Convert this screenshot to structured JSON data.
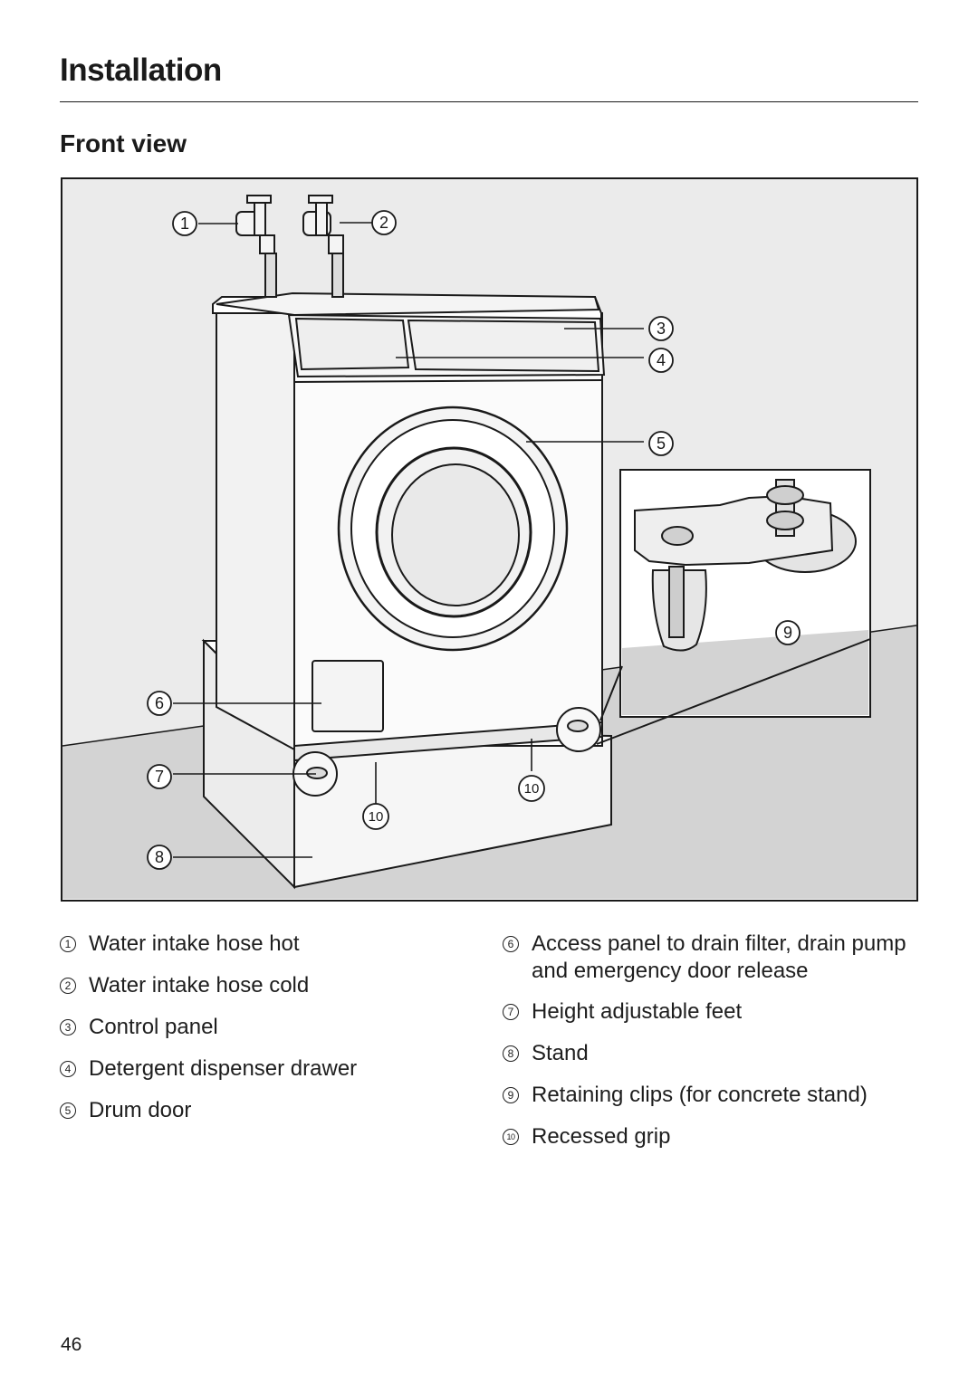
{
  "header": {
    "title": "Installation"
  },
  "section": {
    "title": "Front view"
  },
  "figure": {
    "callouts": [
      "1",
      "2",
      "3",
      "4",
      "5",
      "6",
      "7",
      "8",
      "9",
      "10"
    ]
  },
  "legend_left": [
    {
      "number": "1",
      "text": "Water intake hose hot"
    },
    {
      "number": "2",
      "text": "Water intake hose cold"
    },
    {
      "number": "3",
      "text": "Control panel"
    },
    {
      "number": "4",
      "text": "Detergent dispenser drawer"
    },
    {
      "number": "5",
      "text": "Drum door"
    }
  ],
  "legend_right": [
    {
      "number": "6",
      "text": "Access panel to drain filter, drain pump and emergency door release"
    },
    {
      "number": "7",
      "text": "Height adjustable feet"
    },
    {
      "number": "8",
      "text": "Stand"
    },
    {
      "number": "9",
      "text": "Retaining clips (for concrete stand)"
    },
    {
      "number": "10",
      "text": "Recessed grip"
    }
  ],
  "footer": {
    "page_number": "46"
  }
}
